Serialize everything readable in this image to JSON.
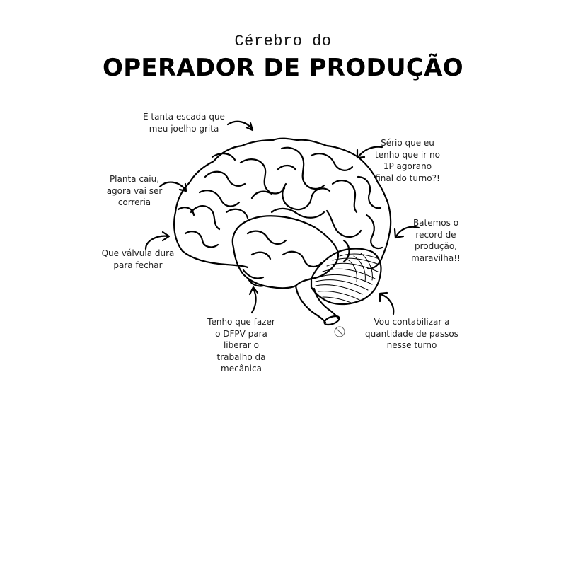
{
  "header": {
    "subtitle": "Cérebro do",
    "title": "OPERADOR DE PRODUÇÃO"
  },
  "annotations": [
    {
      "id": "stairs",
      "text": "É tanta escada que\nmeu joelho grita"
    },
    {
      "id": "1p",
      "text": "Sério que eu\ntenho que ir no\n1P agorano\nfinal do turno?!"
    },
    {
      "id": "plant",
      "text": "Planta caiu,\nagora vai ser\ncorreria"
    },
    {
      "id": "record",
      "text": "Batemos o\nrecord de\nprodução,\nmaravilha!!"
    },
    {
      "id": "valve",
      "text": "Que válvula dura\npara fechar"
    },
    {
      "id": "dfpv",
      "text": "Tenho que fazer\no DFPV para\nliberar o\ntrabalho da\nmecânica"
    },
    {
      "id": "steps",
      "text": "Vou contabilizar a\nquantidade de passos\nnesse turno"
    }
  ],
  "colors": {
    "background": "#ffffff",
    "ink": "#000000",
    "text": "#222222"
  }
}
